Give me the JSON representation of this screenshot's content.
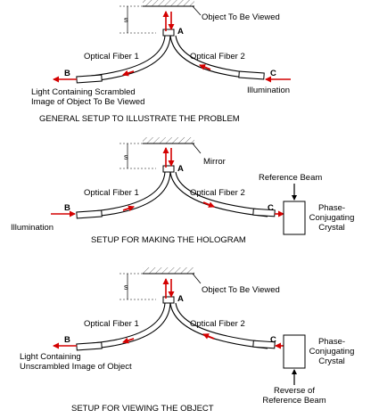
{
  "colors": {
    "arrow": "#d40000",
    "line": "#000000",
    "background": "#ffffff"
  },
  "panels": [
    {
      "top_label": "Object To Be Viewed",
      "point_label": "A",
      "s_label": "s",
      "fiber1_label": "Optical Fiber 1",
      "fiber2_label": "Optical Fiber 2",
      "b_label": "B",
      "c_label": "C",
      "left_caption": [
        "Light Containing Scrambled",
        "Image of Object To Be Viewed"
      ],
      "right_caption": "Illumination",
      "title": "GENERAL SETUP TO ILLUSTRATE THE PROBLEM"
    },
    {
      "top_label": "Mirror",
      "point_label": "A",
      "s_label": "s",
      "fiber1_label": "Optical Fiber 1",
      "fiber2_label": "Optical Fiber 2",
      "b_label": "B",
      "c_label": "C",
      "left_caption": "Illumination",
      "beam_label": "Reference Beam",
      "crystal_label": [
        "Phase-",
        "Conjugating",
        "Crystal"
      ],
      "title": "SETUP FOR MAKING THE HOLOGRAM"
    },
    {
      "top_label": "Object To Be Viewed",
      "point_label": "A",
      "s_label": "s",
      "fiber1_label": "Optical Fiber 1",
      "fiber2_label": "Optical Fiber 2",
      "b_label": "B",
      "c_label": "C",
      "left_caption": [
        "Light Containing",
        "Unscrambled Image of Object"
      ],
      "beam_label": [
        "Reverse of",
        "Reference Beam"
      ],
      "crystal_label": [
        "Phase-",
        "Conjugating",
        "Crystal"
      ],
      "title": "SETUP FOR VIEWING THE OBJECT"
    }
  ]
}
